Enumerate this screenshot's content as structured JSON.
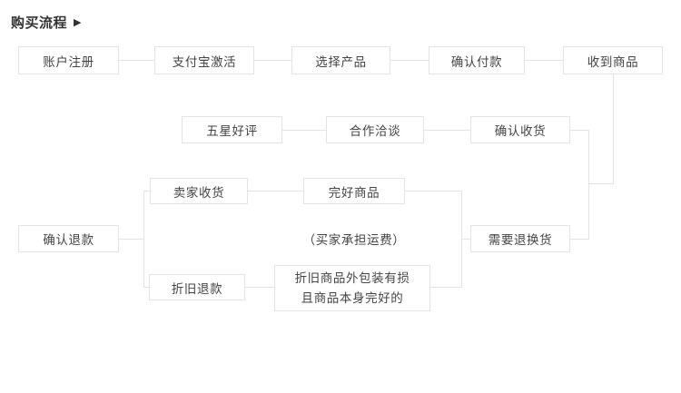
{
  "header": {
    "title": "购买流程",
    "arrow_icon": "▶"
  },
  "palette": {
    "border": "#e3e3e3",
    "text": "#444444",
    "title_text": "#333333",
    "background": "#ffffff"
  },
  "flow": {
    "row1": [
      {
        "id": "account-registration",
        "label": "账户注册"
      },
      {
        "id": "alipay-activation",
        "label": "支付宝激活"
      },
      {
        "id": "select-product",
        "label": "选择产品"
      },
      {
        "id": "confirm-payment",
        "label": "确认付款"
      },
      {
        "id": "receive-goods",
        "label": "收到商品"
      }
    ],
    "row2": [
      {
        "id": "five-star-review",
        "label": "五星好评"
      },
      {
        "id": "cooperation-talk",
        "label": "合作洽谈"
      },
      {
        "id": "confirm-receipt",
        "label": "确认收货"
      }
    ],
    "row3": [
      {
        "id": "seller-receives",
        "label": "卖家收货"
      },
      {
        "id": "intact-goods",
        "label": "完好商品"
      }
    ],
    "row4": [
      {
        "id": "confirm-refund",
        "label": "确认退款"
      },
      {
        "id": "shipping-note",
        "label": "（买家承担运费）"
      },
      {
        "id": "need-return-exchange",
        "label": "需要退换货"
      }
    ],
    "row5": [
      {
        "id": "depreciation-refund",
        "label": "折旧退款"
      },
      {
        "id": "damaged-package-note",
        "label_line1": "折旧商品外包装有损",
        "label_line2": "且商品本身完好的"
      }
    ]
  }
}
